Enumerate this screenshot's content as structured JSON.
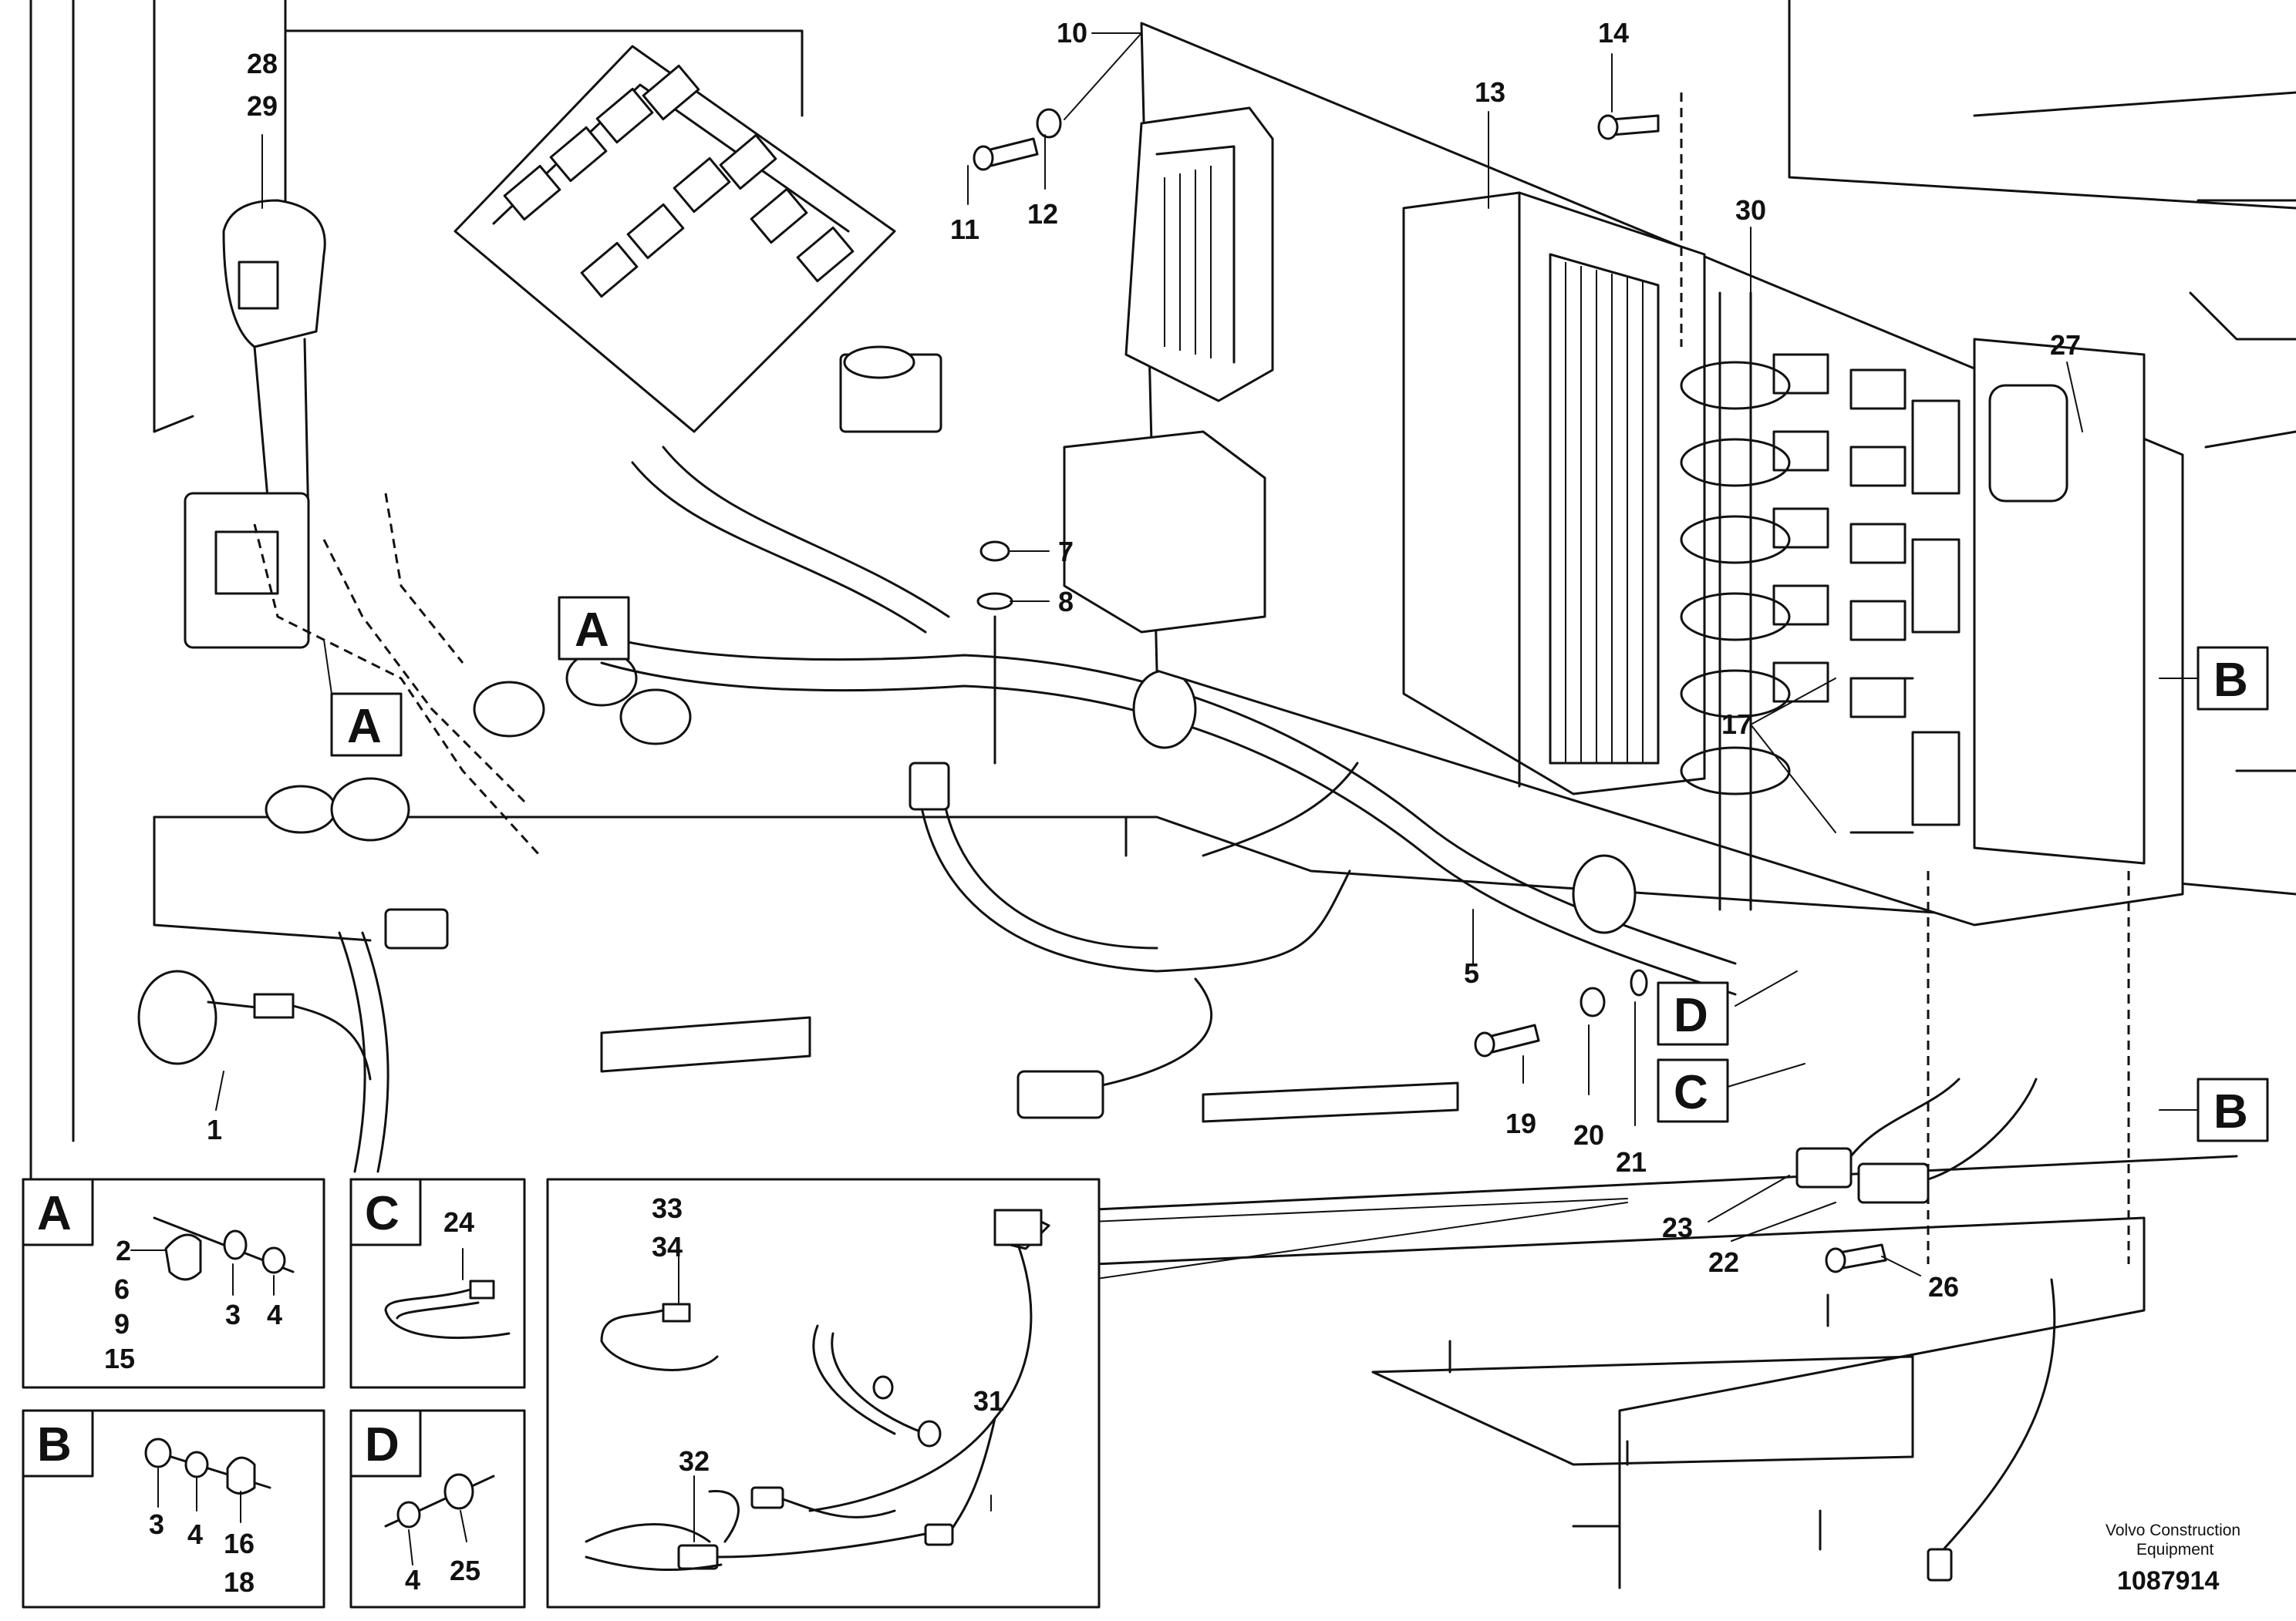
{
  "watermark": {
    "brand_line1": "Volvo Construction",
    "brand_line2": "Equipment",
    "doc_number": "1087914"
  },
  "callouts": {
    "c1": "1",
    "c5": "5",
    "c7": "7",
    "c8": "8",
    "c10": "10",
    "c11": "11",
    "c12": "12",
    "c13": "13",
    "c14": "14",
    "c17": "17",
    "c19": "19",
    "c20": "20",
    "c21": "21",
    "c22": "22",
    "c23": "23",
    "c26": "26",
    "c27": "27",
    "c28": "28",
    "c29": "29",
    "c30": "30"
  },
  "markers": {
    "A": "A",
    "B": "B",
    "C": "C",
    "D": "D"
  },
  "insets": {
    "A": {
      "title": "A",
      "p2": "2",
      "p6": "6",
      "p9": "9",
      "p15": "15",
      "p3": "3",
      "p4": "4"
    },
    "B": {
      "title": "B",
      "p3": "3",
      "p4": "4",
      "p16": "16",
      "p18": "18"
    },
    "C": {
      "title": "C",
      "p24": "24"
    },
    "D": {
      "title": "D",
      "p4": "4",
      "p25": "25"
    },
    "detail": {
      "p33": "33",
      "p34": "34",
      "p32": "32",
      "p31": "31"
    }
  }
}
